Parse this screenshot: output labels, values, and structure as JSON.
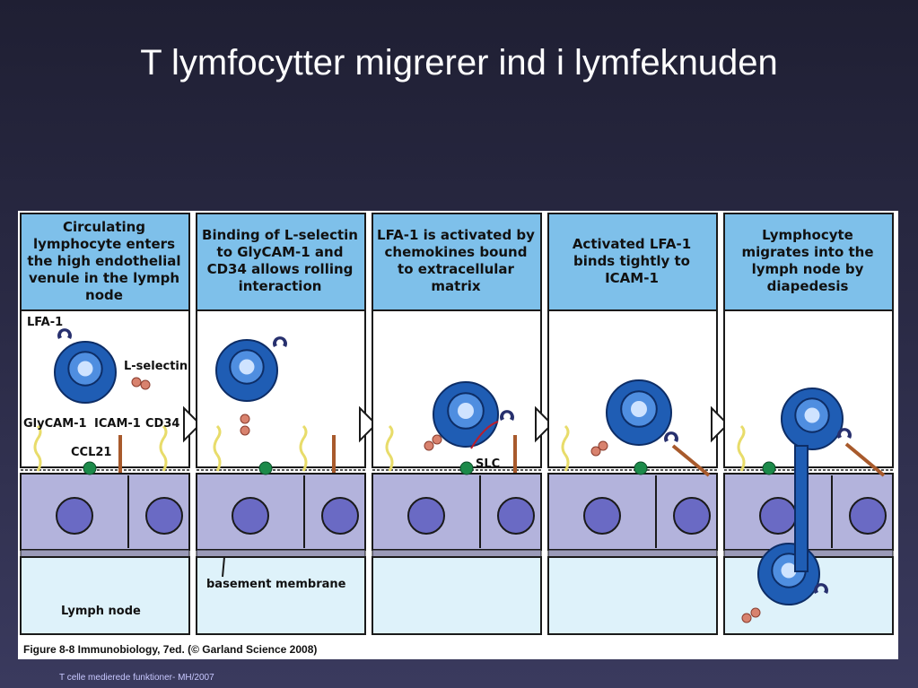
{
  "slide": {
    "title": "T lymfocytter migrerer ind i lymfeknuden",
    "footer": "T celle medierede funktioner- MH/2007"
  },
  "figure": {
    "caption": "Figure 8-8 Immunobiology, 7ed. (© Garland Science 2008)",
    "panels": [
      {
        "heading": "Circulating lymphocyte enters the high endothelial venule in the lymph node"
      },
      {
        "heading": "Binding of L-selectin to GlyCAM-1 and CD34 allows rolling interaction"
      },
      {
        "heading": "LFA-1 is activated by chemokines bound to extracellular matrix"
      },
      {
        "heading": "Activated LFA-1 binds tightly to ICAM-1"
      },
      {
        "heading": "Lymphocyte migrates into the lymph node by diapedesis"
      }
    ],
    "labels": {
      "lfa1": "LFA-1",
      "lselectin": "L-selectin",
      "glycam1": "GlyCAM-1",
      "icam1": "ICAM-1",
      "cd34": "CD34",
      "ccl21": "CCL21",
      "slc": "SLC",
      "basement": "basement membrane",
      "lymphnode": "Lymph node"
    },
    "colors": {
      "header_bg": "#7ec0ea",
      "vessel_bg": "#ffffff",
      "endothelium": "#b3b3dc",
      "lymph_bg": "#def2fa",
      "cell_blue": "#1f5db4",
      "chemokine_green": "#1c8a4a",
      "lselectin_pink": "#d8826e",
      "lfa1_navy": "#27306e",
      "glycam_yellow": "#e8dc6a",
      "cd34_brown": "#a85a2c"
    }
  }
}
